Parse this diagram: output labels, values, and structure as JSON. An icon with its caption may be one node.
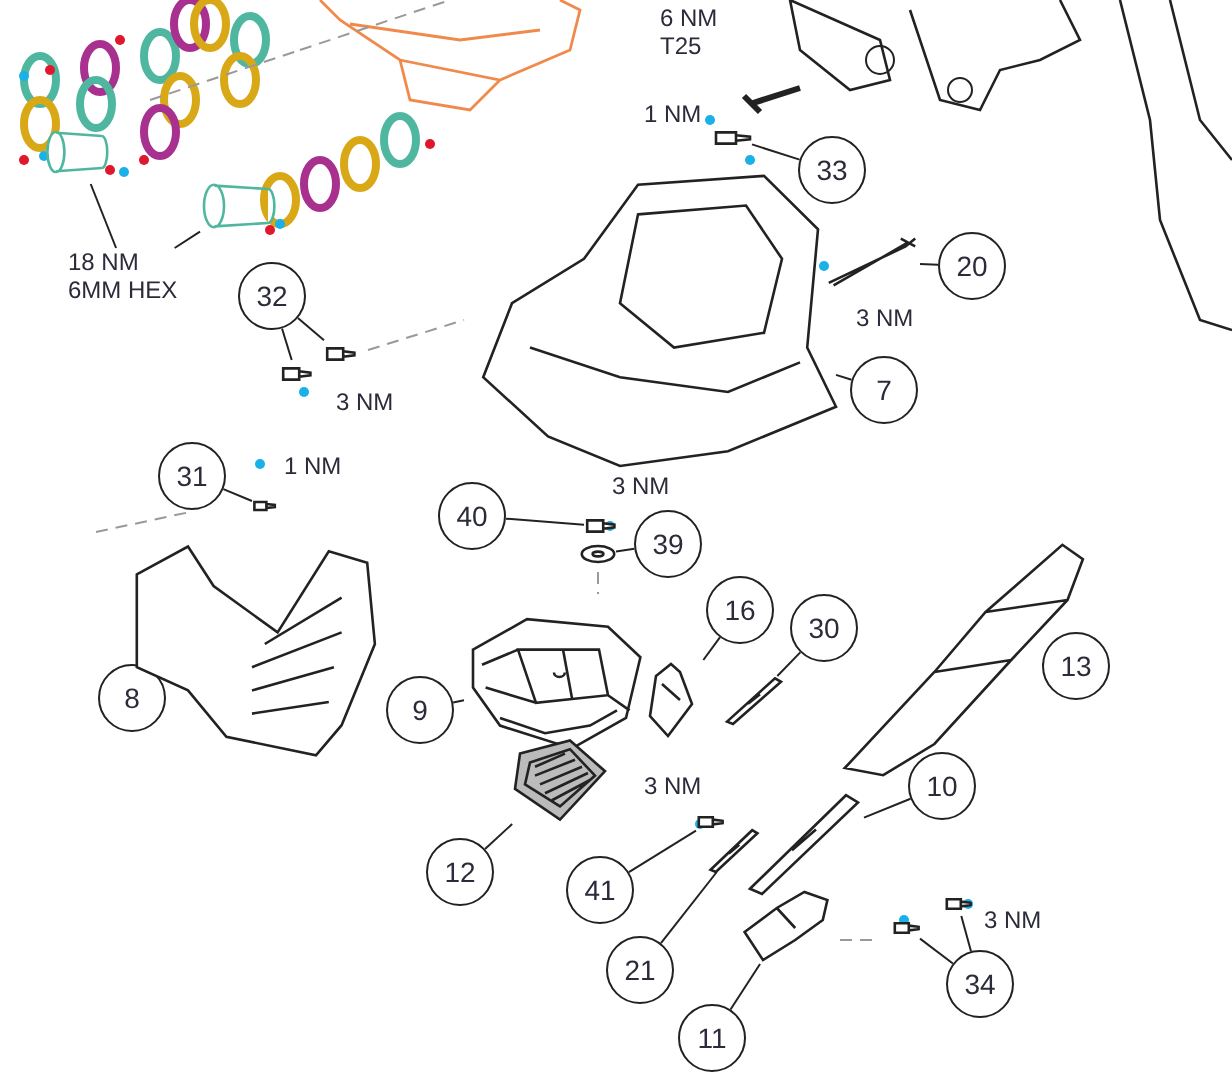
{
  "diagram": {
    "nodes": [
      {
        "text": [
          "18 NM 6MM HEX"
        ]
      },
      {
        "text": [],
        "shape": "picture"
      },
      {
        "text": [],
        "shape": "picture"
      },
      {
        "text": [
          "32"
        ]
      },
      {
        "text": [],
        "shape": "picture"
      },
      {
        "text": [],
        "shape": "picture"
      },
      {
        "text": [
          "33"
        ]
      },
      {
        "text": [],
        "shape": "picture"
      },
      {
        "text": [
          "20"
        ]
      },
      {
        "text": [],
        "shape": "picture"
      },
      {
        "text": [
          "7"
        ]
      },
      {
        "text": [],
        "shape": "picture"
      },
      {
        "text": [
          "31"
        ]
      },
      {
        "text": [],
        "shape": "picture"
      },
      {
        "text": [
          "8"
        ]
      },
      {
        "text": [],
        "shape": "picture"
      },
      {
        "text": [
          "40"
        ]
      },
      {
        "text": [],
        "shape": "picture"
      },
      {
        "text": [
          "39"
        ]
      },
      {
        "text": [],
        "shape": "picture"
      },
      {
        "text": [
          "9"
        ]
      },
      {
        "text": [],
        "shape": "picture"
      },
      {
        "text": [
          "16"
        ]
      },
      {
        "text": [],
        "shape": "picture"
      },
      {
        "text": [
          "30"
        ]
      },
      {
        "text": [],
        "shape": "picture"
      },
      {
        "text": [
          "13"
        ]
      },
      {
        "text": [],
        "shape": "picture"
      },
      {
        "text": [
          "12"
        ]
      },
      {
        "text": [],
        "shape": "picture"
      },
      {
        "text": [
          "41"
        ]
      },
      {
        "text": [],
        "shape": "picture"
      },
      {
        "text": [
          "10"
        ]
      },
      {
        "text": [],
        "shape": "picture"
      },
      {
        "text": [
          "21"
        ]
      },
      {
        "text": [],
        "shape": "picture"
      },
      {
        "text": [
          "11"
        ]
      },
      {
        "text": [],
        "shape": "picture"
      },
      {
        "text": [
          "34"
        ]
      },
      {
        "text": [],
        "shape": "picture"
      },
      {
        "text": [],
        "shape": "picture"
      }
    ],
    "edges": [
      {
        "from": 0,
        "to": 1,
        "arrow": "none"
      },
      {
        "from": 0,
        "to": 2,
        "arrow": "none"
      },
      {
        "from": 3,
        "to": 4,
        "arrow": "none"
      },
      {
        "from": 3,
        "to": 5,
        "arrow": "none"
      },
      {
        "from": 6,
        "to": 7,
        "arrow": "none"
      },
      {
        "from": 8,
        "to": 9,
        "arrow": "none"
      },
      {
        "from": 10,
        "to": 11,
        "arrow": "none"
      },
      {
        "from": 12,
        "to": 13,
        "arrow": "none"
      },
      {
        "from": 14,
        "to": 15,
        "arrow": "none"
      },
      {
        "from": 16,
        "to": 17,
        "arrow": "none"
      },
      {
        "from": 18,
        "to": 19,
        "arrow": "none"
      },
      {
        "from": 20,
        "to": 21,
        "arrow": "none"
      },
      {
        "from": 22,
        "to": 23,
        "arrow": "none"
      },
      {
        "from": 24,
        "to": 25,
        "arrow": "none"
      },
      {
        "from": 26,
        "to": 27,
        "arrow": "none"
      },
      {
        "from": 28,
        "to": 29,
        "arrow": "none"
      },
      {
        "from": 30,
        "to": 31,
        "arrow": "none"
      },
      {
        "from": 32,
        "to": 33,
        "arrow": "none"
      },
      {
        "from": 34,
        "to": 35,
        "arrow": "none"
      },
      {
        "from": 36,
        "to": 37,
        "arrow": "none"
      },
      {
        "from": 38,
        "to": 39,
        "arrow": "none"
      },
      {
        "from": 38,
        "to": 40,
        "arrow": "none"
      }
    ],
    "labels": [
      "6 NM T25",
      "1 NM",
      "3 NM",
      "3 NM",
      "1 NM",
      "3 NM",
      "3 NM",
      "3 NM"
    ]
  }
}
